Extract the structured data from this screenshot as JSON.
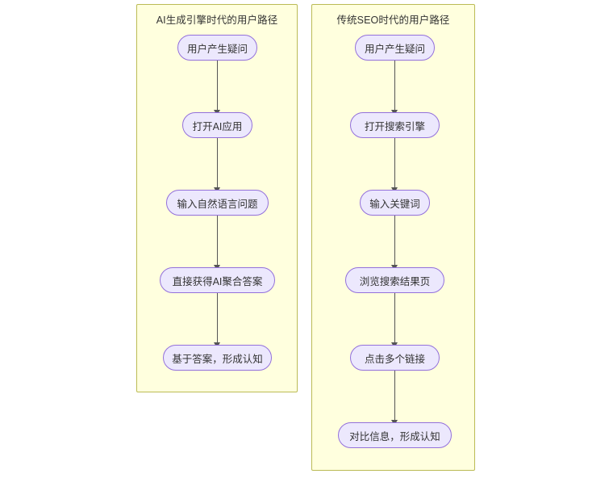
{
  "diagram": {
    "type": "flowchart",
    "direction": "top-down",
    "background_color": "#ffffff",
    "columns": [
      {
        "id": "subgraph-ai",
        "title": "AI生成引擎时代的用户路径",
        "fill_color": "#ffffde",
        "border_color": "#bbbb55",
        "node_fill_color": "#ece8fd",
        "node_border_color": "#9370db",
        "nodes": [
          {
            "id": "ai-n1",
            "label": "用户产生疑问"
          },
          {
            "id": "ai-n2",
            "label": "打开AI应用"
          },
          {
            "id": "ai-n3",
            "label": "输入自然语言问题"
          },
          {
            "id": "ai-n4",
            "label": "直接获得AI聚合答案"
          },
          {
            "id": "ai-n5",
            "label": "基于答案，形成认知"
          }
        ],
        "edges": [
          {
            "from": "ai-n1",
            "to": "ai-n2"
          },
          {
            "from": "ai-n2",
            "to": "ai-n3"
          },
          {
            "from": "ai-n3",
            "to": "ai-n4"
          },
          {
            "from": "ai-n4",
            "to": "ai-n5"
          }
        ]
      },
      {
        "id": "subgraph-seo",
        "title": "传统SEO时代的用户路径",
        "fill_color": "#ffffde",
        "border_color": "#bbbb55",
        "node_fill_color": "#ece8fd",
        "node_border_color": "#9370db",
        "nodes": [
          {
            "id": "seo-n1",
            "label": "用户产生疑问"
          },
          {
            "id": "seo-n2",
            "label": "打开搜索引擎"
          },
          {
            "id": "seo-n3",
            "label": "输入关键词"
          },
          {
            "id": "seo-n4",
            "label": "浏览搜索结果页"
          },
          {
            "id": "seo-n5",
            "label": "点击多个链接"
          },
          {
            "id": "seo-n6",
            "label": "对比信息，形成认知"
          }
        ],
        "edges": [
          {
            "from": "seo-n1",
            "to": "seo-n2"
          },
          {
            "from": "seo-n2",
            "to": "seo-n3"
          },
          {
            "from": "seo-n3",
            "to": "seo-n4"
          },
          {
            "from": "seo-n4",
            "to": "seo-n5"
          },
          {
            "from": "seo-n5",
            "to": "seo-n6"
          }
        ]
      }
    ]
  }
}
